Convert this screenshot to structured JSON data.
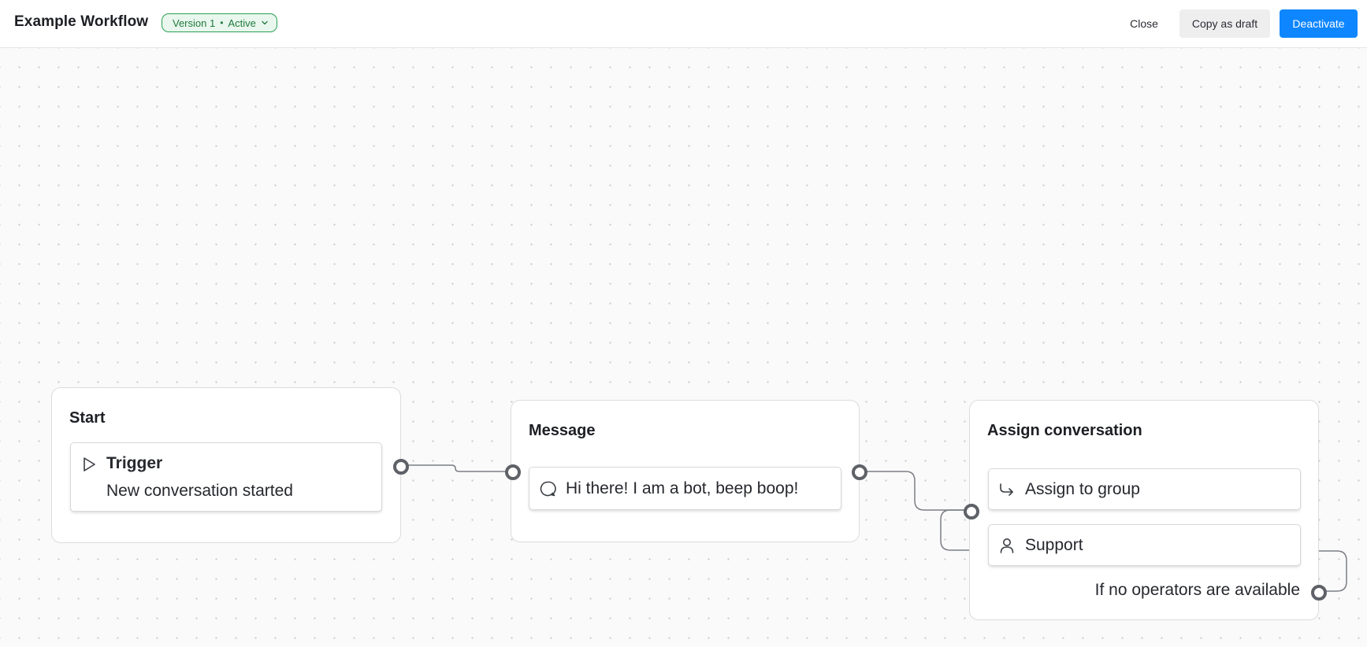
{
  "header": {
    "title": "Example Workflow",
    "version_label": "Version 1",
    "status_label": "Active",
    "close_label": "Close",
    "copy_label": "Copy as draft",
    "deactivate_label": "Deactivate"
  },
  "nodes": {
    "start": {
      "title": "Start",
      "trigger": {
        "label": "Trigger",
        "value": "New conversation started",
        "icon": "play-icon"
      }
    },
    "message": {
      "title": "Message",
      "text": "Hi there! I am a bot, beep boop!",
      "icon": "chat-bubble-icon"
    },
    "assign": {
      "title": "Assign conversation",
      "action": {
        "label": "Assign to group",
        "icon": "assign-arrow-icon"
      },
      "group": {
        "label": "Support",
        "icon": "user-icon"
      },
      "fallback_label": "If no operators are available"
    }
  },
  "colors": {
    "accent": "#0d86ff",
    "active_badge_border": "#2aa052",
    "active_badge_bg": "#e9f7ee",
    "active_badge_text": "#1f7a3c",
    "port": "#5e6167",
    "edge": "#7b7e84"
  }
}
